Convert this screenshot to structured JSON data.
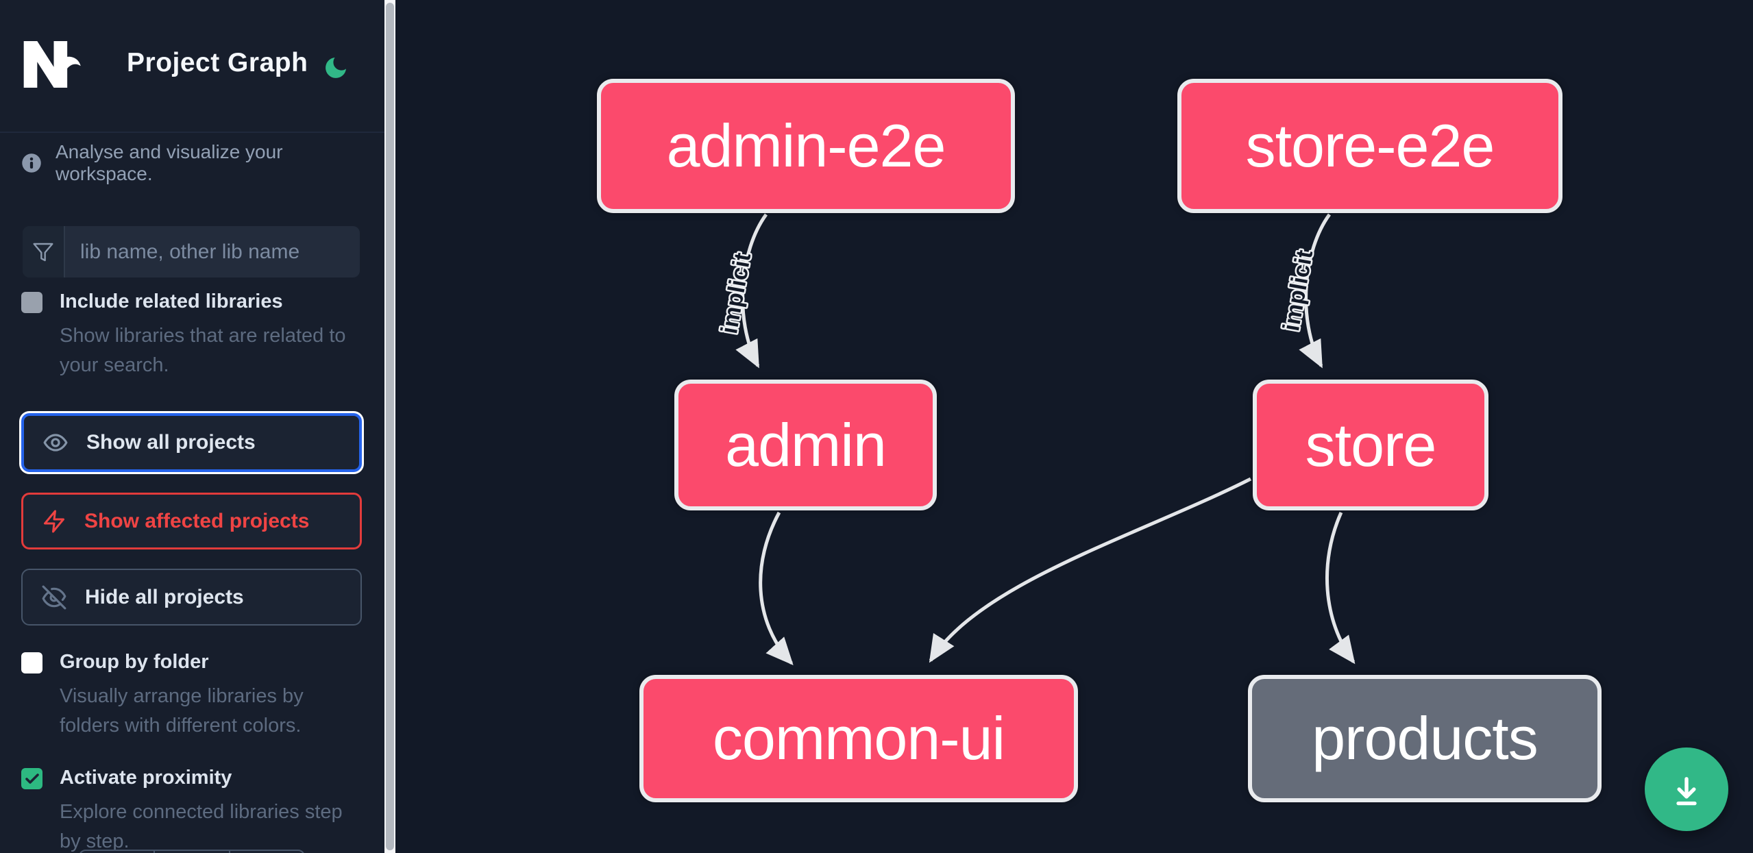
{
  "header": {
    "app_name": "Nx",
    "title": "Project Graph"
  },
  "sidebar": {
    "tagline": "Analyse and visualize your workspace.",
    "search_placeholder": "lib name, other lib name",
    "include_related": {
      "label": "Include related libraries",
      "description": "Show libraries that are related to your search.",
      "checked": false
    },
    "actions": {
      "show_all": "Show all projects",
      "show_affected": "Show affected projects",
      "hide_all": "Hide all projects"
    },
    "group_by_folder": {
      "label": "Group by folder",
      "description": "Visually arrange libraries by folders with different colors.",
      "checked": false
    },
    "activate_proximity": {
      "label": "Activate proximity",
      "description": "Explore connected libraries step by step.",
      "checked": true
    }
  },
  "graph": {
    "nodes": [
      {
        "id": "admin-e2e",
        "label": "admin-e2e",
        "kind": "affected"
      },
      {
        "id": "store-e2e",
        "label": "store-e2e",
        "kind": "affected"
      },
      {
        "id": "admin",
        "label": "admin",
        "kind": "affected"
      },
      {
        "id": "store",
        "label": "store",
        "kind": "affected"
      },
      {
        "id": "common-ui",
        "label": "common-ui",
        "kind": "affected"
      },
      {
        "id": "products",
        "label": "products",
        "kind": "unaffected"
      }
    ],
    "edges": [
      {
        "source": "admin-e2e",
        "target": "admin",
        "label": "implicit"
      },
      {
        "source": "store-e2e",
        "target": "store",
        "label": "implicit"
      },
      {
        "source": "admin",
        "target": "common-ui",
        "label": ""
      },
      {
        "source": "store",
        "target": "common-ui",
        "label": ""
      },
      {
        "source": "store",
        "target": "products",
        "label": ""
      }
    ]
  },
  "fab": {
    "action": "download-graph"
  },
  "colors": {
    "node_affected": "#fb4a6c",
    "node_unaffected": "#656c79",
    "accent_green": "#31b887",
    "focus_blue": "#2563eb",
    "alert_red": "#ef4444",
    "edge": "#e4e6e9"
  }
}
